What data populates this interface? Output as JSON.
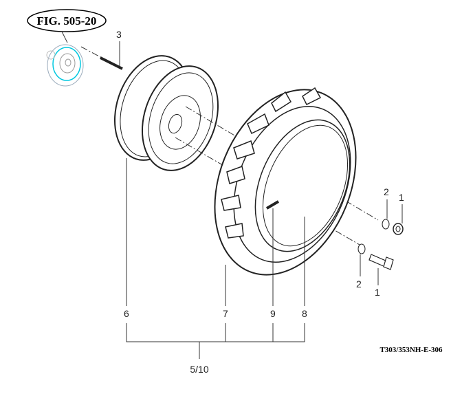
{
  "figure_ref": "FIG. 505-20",
  "drawing_code": "T303/353NH-E-306",
  "callouts": {
    "stud": "3",
    "rim": "6",
    "tire": "7",
    "valve": "9",
    "tube": "8",
    "nut_upper": "1",
    "washer_upper": "2",
    "bolt_lower": "1",
    "washer_lower": "2",
    "assembly": "5/10"
  },
  "colors": {
    "line": "#333333",
    "hub_highlight": "#00c8e0"
  }
}
